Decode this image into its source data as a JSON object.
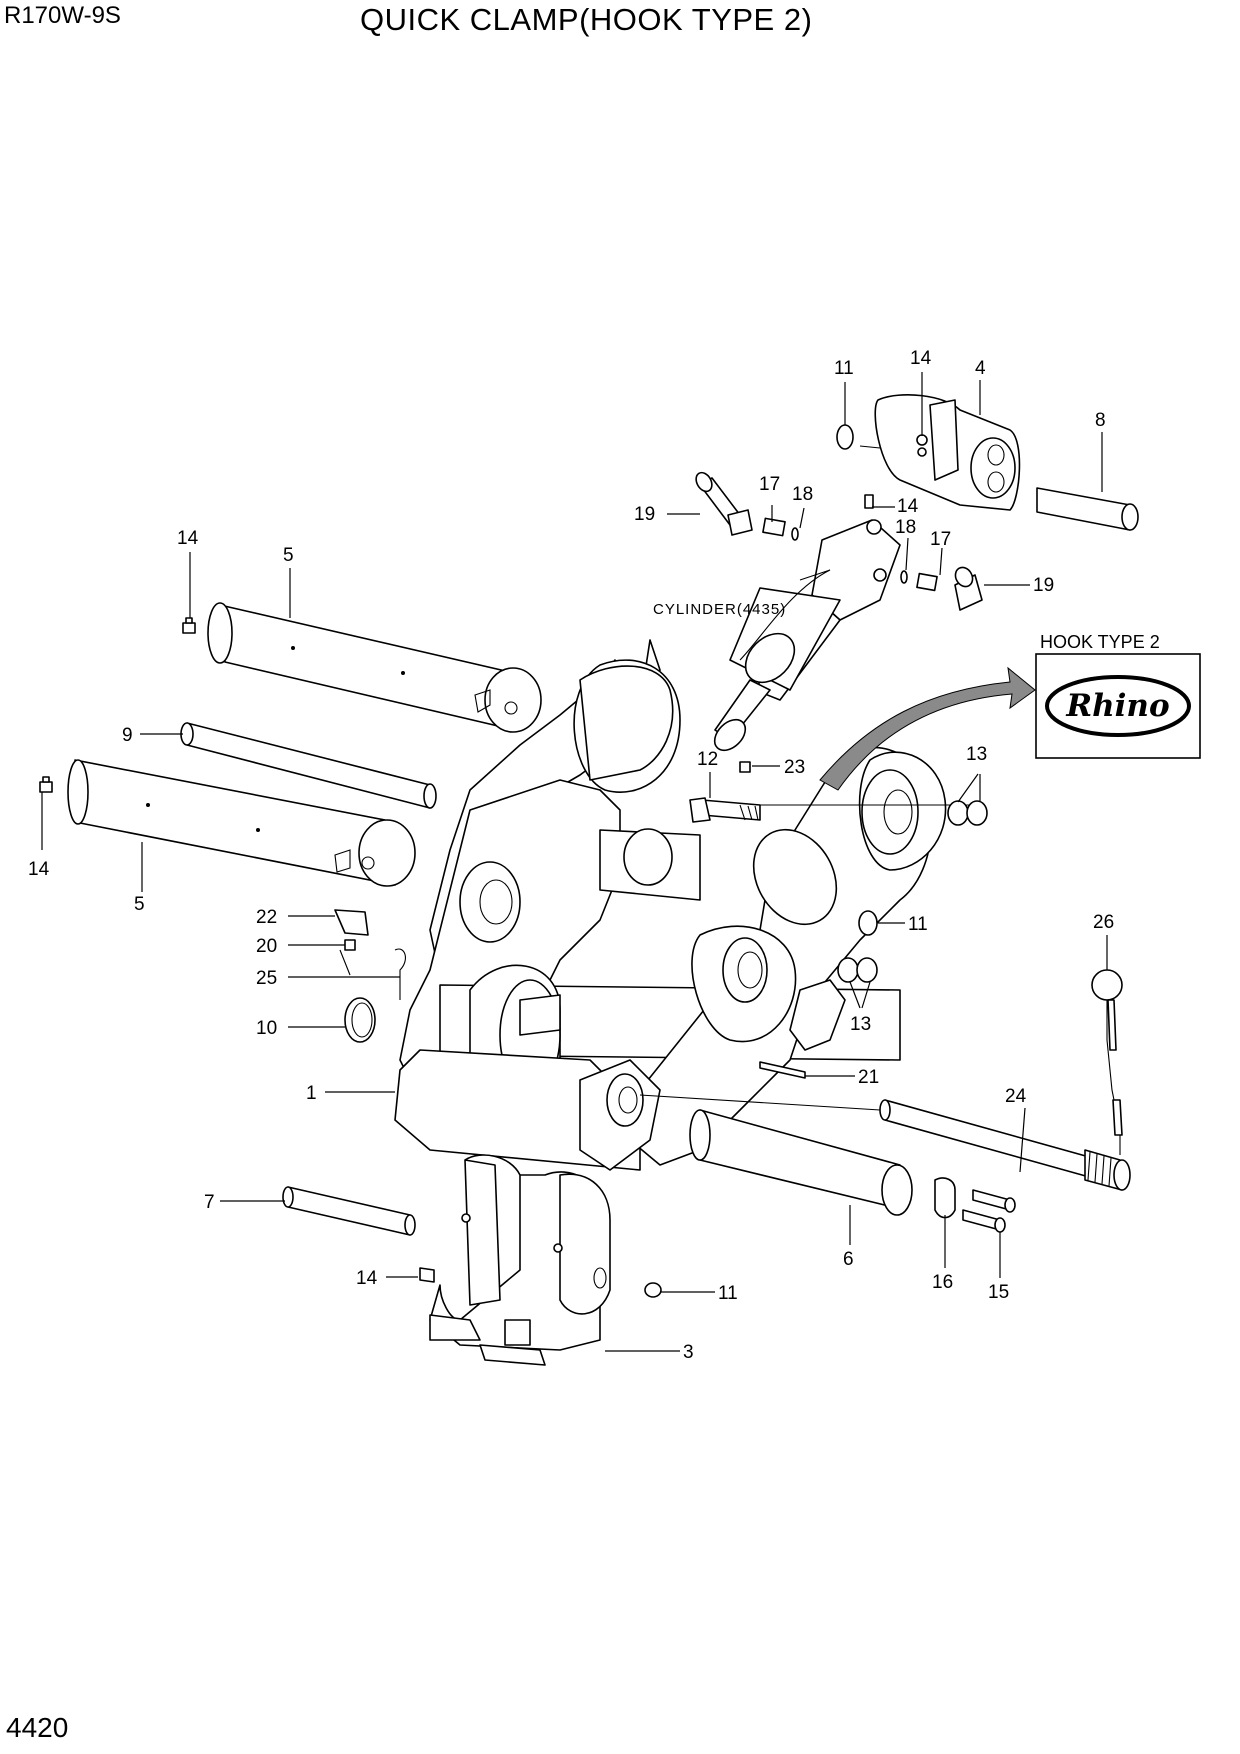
{
  "header": {
    "model": "R170W-9S",
    "title": "QUICK CLAMP(HOOK TYPE 2)"
  },
  "footer": {
    "page_number": "4420"
  },
  "diagram": {
    "cylinder_note": "CYLINDER(4435)",
    "hook_panel": {
      "title": "HOOK TYPE 2",
      "logo_text": "Rhino"
    },
    "callouts": [
      {
        "id": "c11a",
        "label": "11"
      },
      {
        "id": "c14a",
        "label": "14"
      },
      {
        "id": "c4",
        "label": "4"
      },
      {
        "id": "c8",
        "label": "8"
      },
      {
        "id": "c17a",
        "label": "17"
      },
      {
        "id": "c18a",
        "label": "18"
      },
      {
        "id": "c19a",
        "label": "19"
      },
      {
        "id": "c14b",
        "label": "14"
      },
      {
        "id": "c18b",
        "label": "18"
      },
      {
        "id": "c17b",
        "label": "17"
      },
      {
        "id": "c19b",
        "label": "19"
      },
      {
        "id": "c14c",
        "label": "14"
      },
      {
        "id": "c5a",
        "label": "5"
      },
      {
        "id": "c9",
        "label": "9"
      },
      {
        "id": "c14d",
        "label": "14"
      },
      {
        "id": "c5b",
        "label": "5"
      },
      {
        "id": "c12",
        "label": "12"
      },
      {
        "id": "c23",
        "label": "23"
      },
      {
        "id": "c13a",
        "label": "13"
      },
      {
        "id": "c11b",
        "label": "11"
      },
      {
        "id": "c13b",
        "label": "13"
      },
      {
        "id": "c26",
        "label": "26"
      },
      {
        "id": "c22",
        "label": "22"
      },
      {
        "id": "c20",
        "label": "20"
      },
      {
        "id": "c25",
        "label": "25"
      },
      {
        "id": "c10",
        "label": "10"
      },
      {
        "id": "c1",
        "label": "1"
      },
      {
        "id": "c21",
        "label": "21"
      },
      {
        "id": "c24",
        "label": "24"
      },
      {
        "id": "c7",
        "label": "7"
      },
      {
        "id": "c14e",
        "label": "14"
      },
      {
        "id": "c11c",
        "label": "11"
      },
      {
        "id": "c3",
        "label": "3"
      },
      {
        "id": "c6",
        "label": "6"
      },
      {
        "id": "c16",
        "label": "16"
      },
      {
        "id": "c15",
        "label": "15"
      }
    ]
  }
}
